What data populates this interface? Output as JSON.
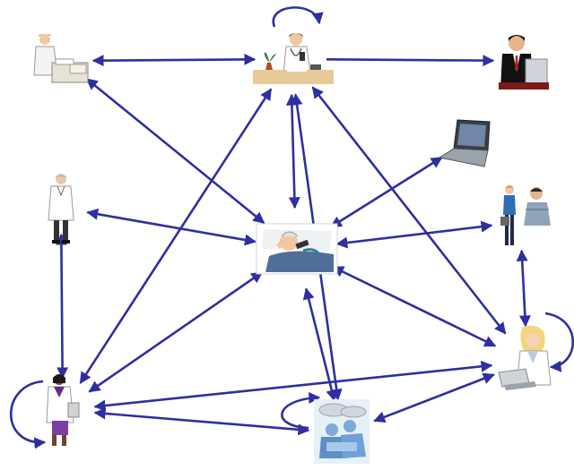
{
  "nodes": [
    {
      "id": "nurse-filing",
      "icon": "nurse-filing-icon"
    },
    {
      "id": "receptionist",
      "icon": "receptionist-phone-icon"
    },
    {
      "id": "business-man",
      "icon": "business-man-computer-icon"
    },
    {
      "id": "laptop",
      "icon": "laptop-icon"
    },
    {
      "id": "physician-standing",
      "icon": "physician-standing-icon"
    },
    {
      "id": "patient-phone",
      "icon": "patient-on-phone-icon"
    },
    {
      "id": "nurse-and-doctor",
      "icon": "nurse-and-doctor-icon"
    },
    {
      "id": "female-doctor",
      "icon": "female-doctor-clipboard-icon"
    },
    {
      "id": "doctor-laptop",
      "icon": "doctor-with-laptop-icon"
    },
    {
      "id": "surgery",
      "icon": "surgery-team-icon"
    }
  ],
  "edges": [
    {
      "from": "nurse-filing",
      "to": "receptionist",
      "dir": "both"
    },
    {
      "from": "receptionist",
      "to": "business-man",
      "dir": "forward"
    },
    {
      "from": "nurse-filing",
      "to": "patient-phone",
      "dir": "both"
    },
    {
      "from": "receptionist",
      "to": "patient-phone",
      "dir": "both"
    },
    {
      "from": "laptop",
      "to": "patient-phone",
      "dir": "both"
    },
    {
      "from": "physician-standing",
      "to": "patient-phone",
      "dir": "both"
    },
    {
      "from": "nurse-and-doctor",
      "to": "patient-phone",
      "dir": "both"
    },
    {
      "from": "physician-standing",
      "to": "female-doctor",
      "dir": "both"
    },
    {
      "from": "nurse-and-doctor",
      "to": "doctor-laptop",
      "dir": "both"
    },
    {
      "from": "receptionist",
      "to": "female-doctor",
      "dir": "both"
    },
    {
      "from": "receptionist",
      "to": "surgery",
      "dir": "both"
    },
    {
      "from": "receptionist",
      "to": "doctor-laptop",
      "dir": "both"
    },
    {
      "from": "patient-phone",
      "to": "female-doctor",
      "dir": "both"
    },
    {
      "from": "patient-phone",
      "to": "surgery",
      "dir": "both"
    },
    {
      "from": "patient-phone",
      "to": "doctor-laptop",
      "dir": "both"
    },
    {
      "from": "female-doctor",
      "to": "doctor-laptop",
      "dir": "both"
    },
    {
      "from": "female-doctor",
      "to": "surgery",
      "dir": "both"
    },
    {
      "from": "surgery",
      "to": "doctor-laptop",
      "dir": "both"
    }
  ],
  "self_loops": [
    "receptionist",
    "female-doctor",
    "doctor-laptop",
    "surgery"
  ],
  "colors": {
    "edge": "#2e2fa0",
    "background": "#ffffff"
  }
}
